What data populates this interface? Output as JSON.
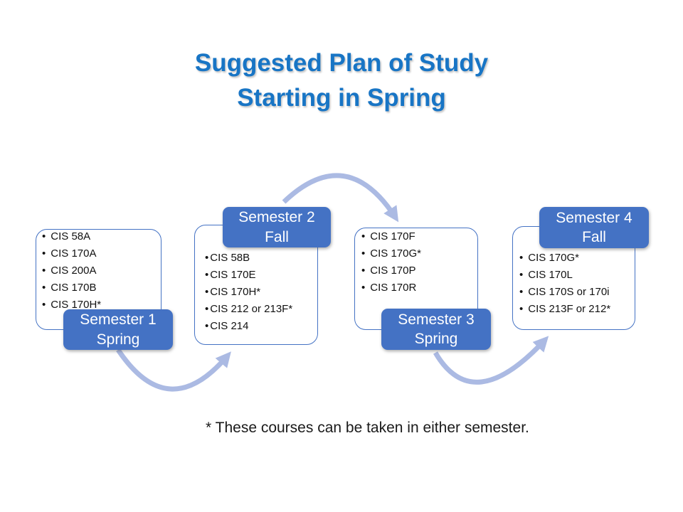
{
  "title": {
    "line1": "Suggested Plan of Study",
    "line2": "Starting in Spring"
  },
  "bullet_char": "•",
  "semesters": [
    {
      "label_line1": "Semester 1",
      "label_line2": "Spring",
      "courses": [
        "CIS 58A",
        "CIS 170A",
        "CIS 200A",
        "CIS 170B",
        "CIS 170H*"
      ]
    },
    {
      "label_line1": "Semester 2",
      "label_line2": "Fall",
      "courses": [
        "CIS 58B",
        "CIS 170E",
        "CIS 170H*",
        "CIS 212 or 213F*",
        "CIS 214"
      ]
    },
    {
      "label_line1": "Semester 3",
      "label_line2": "Spring",
      "courses": [
        "CIS 170F",
        "CIS 170G*",
        "CIS 170P",
        "CIS 170R"
      ]
    },
    {
      "label_line1": "Semester 4",
      "label_line2": "Fall",
      "courses": [
        "CIS 170G*",
        "CIS 170L",
        "CIS 170S or 170i",
        "CIS 213F or 212*"
      ]
    }
  ],
  "footnote": "* These courses can be taken in either semester.",
  "colors": {
    "title_blue": "#1875C5",
    "label_fill": "#4472C4",
    "box_border": "#4472C4",
    "arrow": "#ABBAE3"
  }
}
